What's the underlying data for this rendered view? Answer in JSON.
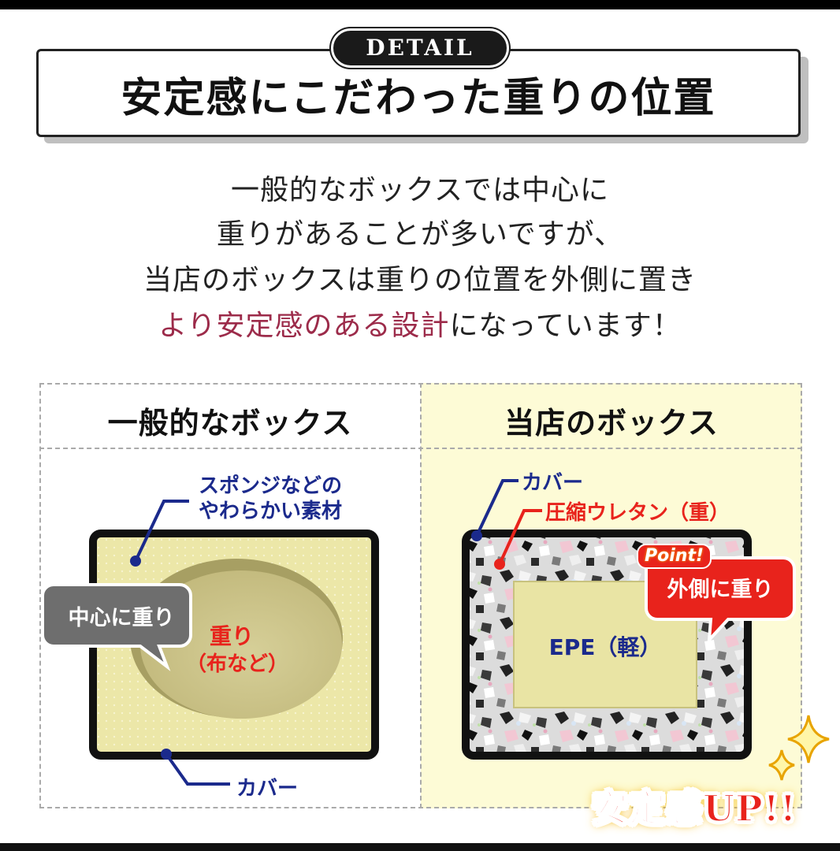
{
  "badge": "DETAIL",
  "title": "安定感にこだわった重りの位置",
  "description": {
    "line1": "一般的なボックスでは中心に",
    "line2": "重りがあることが多いですが、",
    "line3": "当店のボックスは重りの位置を外側に置き",
    "line4_highlight": "より安定感のある設計",
    "line4_rest": "になっています！"
  },
  "left": {
    "heading": "一般的なボックス",
    "material_label_1": "スポンジなどの",
    "material_label_2": "やわらかい素材",
    "weight_label_1": "重り",
    "weight_label_2": "（布など）",
    "bubble": "中心に重り",
    "cover_label": "カバー"
  },
  "right": {
    "heading": "当店のボックス",
    "cover_label": "カバー",
    "urethane_label": "圧縮ウレタン（重）",
    "core_label": "EPE（軽）",
    "point_tag": "Point!",
    "bubble": "外側に重り"
  },
  "stamp": "安定感UP!!",
  "colors": {
    "highlight": "#9c2b4a",
    "navy": "#1b2a8c",
    "red": "#e8231c",
    "cream": "#ece7a8",
    "weight": "#ccc48a"
  }
}
